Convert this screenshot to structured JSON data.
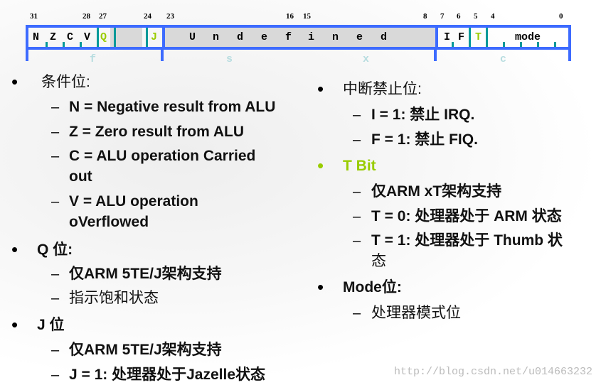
{
  "register": {
    "bits": [
      "31",
      "28",
      "27",
      "24",
      "23",
      "16",
      "15",
      "8",
      "7",
      "6",
      "5",
      "4",
      "0"
    ],
    "flags": {
      "n": "N",
      "z": "Z",
      "c": "C",
      "v": "V",
      "q": "Q",
      "j": "J",
      "i": "I",
      "f": "F",
      "t": "T",
      "mode": "mode"
    },
    "undefined": [
      "U",
      "n",
      "d",
      "e",
      "f",
      "i",
      "n",
      "e",
      "d"
    ],
    "fields": [
      "f",
      "s",
      "x",
      "c"
    ]
  },
  "left": {
    "cond": "条件位:",
    "n": "N = Negative result from ALU",
    "z": "Z = Zero result from ALU",
    "c1": "C = ALU operation Carried",
    "c2": "out",
    "v1": "V = ALU operation",
    "v2": "oVerflowed",
    "q": "Q 位:",
    "q1": "仅ARM 5TE/J架构支持",
    "q2": "指示饱和状态",
    "j": "J 位",
    "j1": "仅ARM 5TE/J架构支持",
    "j2": "J = 1:  处理器处于Jazelle状态"
  },
  "right": {
    "irq": "中断禁止位:",
    "i": "I  = 1: 禁止  IRQ.",
    "f": "F = 1: 禁止  FIQ.",
    "t": "T Bit",
    "t1": "仅ARM  xT架构支持",
    "t2": "T = 0: 处理器处于 ARM 状态",
    "t3a": "T = 1: 处理器处于 Thumb 状",
    "t3b": "态",
    "mode": "Mode位:",
    "mode1": "处理器模式位"
  },
  "colors": {
    "accent": "#99cc00",
    "blue": "#3d6bff"
  },
  "watermark": "http://blog.csdn.net/u014663232"
}
